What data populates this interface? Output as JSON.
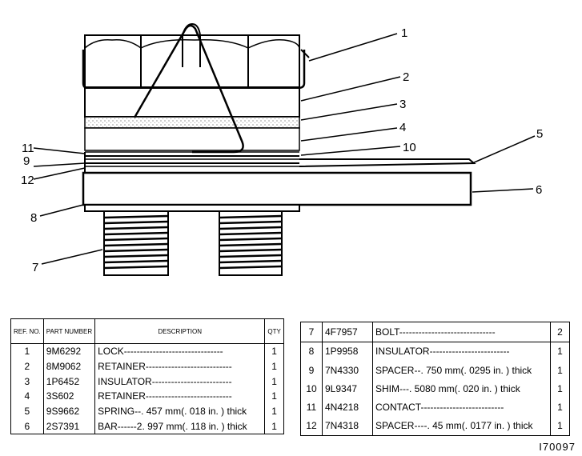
{
  "callouts": [
    "1",
    "2",
    "3",
    "4",
    "5",
    "6",
    "7",
    "8",
    "9",
    "10",
    "11",
    "12"
  ],
  "table_left": {
    "headers": {
      "ref": "REF. NO.",
      "part": "PART NUMBER",
      "desc": "DESCRIPTION",
      "qty": "QTY"
    },
    "rows": [
      {
        "ref": "1",
        "part": "9M6292",
        "desc": "LOCK-------------------------------",
        "qty": "1"
      },
      {
        "ref": "2",
        "part": "8M9062",
        "desc": "RETAINER---------------------------",
        "qty": "1"
      },
      {
        "ref": "3",
        "part": "1P6452",
        "desc": "INSULATOR-------------------------",
        "qty": "1"
      },
      {
        "ref": "4",
        "part": "3S602",
        "desc": "RETAINER---------------------------",
        "qty": "1"
      },
      {
        "ref": "5",
        "part": "9S9662",
        "desc": "SPRING--. 457 mm(. 018 in. ) thick",
        "qty": "1"
      },
      {
        "ref": "6",
        "part": "2S7391",
        "desc": "BAR------2. 997 mm(. 118 in. ) thick",
        "qty": "1"
      }
    ]
  },
  "table_right": {
    "rows": [
      {
        "ref": "7",
        "part": "4F7957",
        "desc": "BOLT------------------------------",
        "qty": "2"
      },
      {
        "ref": "8",
        "part": "1P9958",
        "desc": "INSULATOR-------------------------",
        "qty": "1"
      },
      {
        "ref": "9",
        "part": "7N4330",
        "desc": "SPACER--. 750 mm(. 0295 in. ) thick",
        "qty": "1"
      },
      {
        "ref": "10",
        "part": "9L9347",
        "desc": "SHIM---. 5080 mm(. 020 in. ) thick",
        "qty": "1"
      },
      {
        "ref": "11",
        "part": "4N4218",
        "desc": "CONTACT--------------------------",
        "qty": "1"
      },
      {
        "ref": "12",
        "part": "7N4318",
        "desc": "SPACER----. 45 mm(. 0177 in. ) thick",
        "qty": "1"
      }
    ]
  },
  "figure_number": "I70097"
}
